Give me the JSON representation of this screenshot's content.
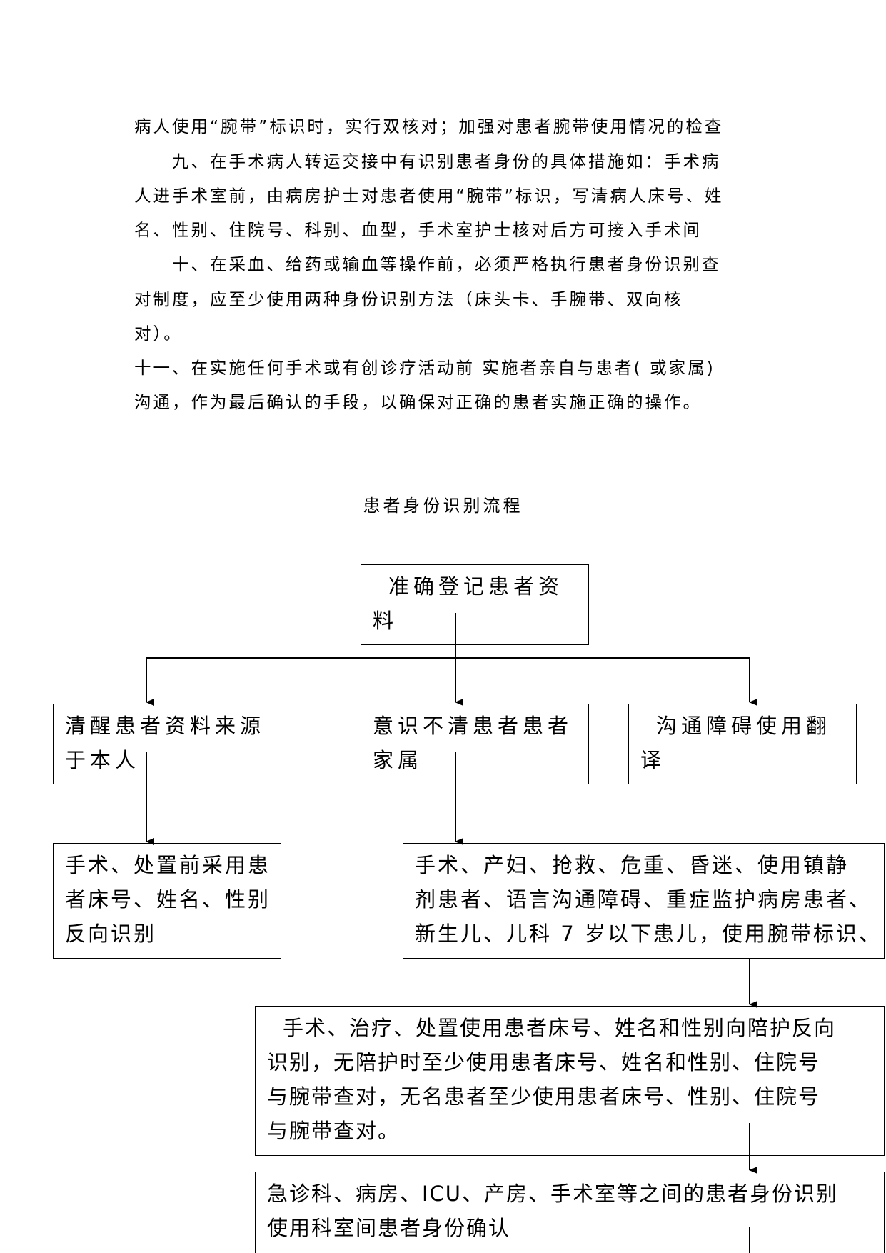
{
  "paragraphs": [
    "病人使用“腕带”标识时，实行双核对；加强对患者腕带使用情况的检查",
    "　　九、在手术病人转运交接中有识别患者身份的具体措施如：手术病",
    "人进手术室前，由病房护士对患者使用“腕带”标识，写清病人床号、姓",
    "名、性别、住院号、科别、血型，手术室护士核对后方可接入手术间",
    "　　十、在采血、给药或输血等操作前，必须严格执行患者身份识别查",
    "对制度，应至少使用两种身份识别方法（床头卡、手腕带、双向核",
    "对）。",
    "十一、在实施任何手术或有创诊疗活动前 实施者亲自与患者( 或家属)",
    "沟通，作为最后确认的手段，以确保对正确的患者实施正确的操作。"
  ],
  "flowchart": {
    "title": "患者身份识别流程",
    "register": [
      "准确登记患者资",
      "料"
    ],
    "conscious": [
      "清醒患者资料来源",
      "于本人"
    ],
    "unconscious": [
      "意识不清患者患者",
      "家属"
    ],
    "barrier": [
      "沟通障碍使用翻",
      "译"
    ],
    "surgery_reverse": [
      "手术、处置前采用患",
      "者床号、姓名、性别",
      "反向识别"
    ],
    "wristband_groups": [
      "手术、产妇、抢救、危重、昏迷、使用镇静",
      "剂患者、语言沟通障碍、重症监护病房患者、",
      "新生儿、儿科 7 岁以下患儿，使用腕带标识、"
    ],
    "treatment_check": [
      "手术、治疗、处置使用患者床号、姓名和性别向陪护反向",
      "识别，无陪护时至少使用患者床号、姓名和性别、住院号",
      "与腕带查对，无名患者至少使用患者床号、性别、住院号",
      "与腕带查对。"
    ],
    "transfer": [
      "急诊科、病房、ICU、产房、手术室等之间的患者身份识别",
      "使用科室间患者身份确认"
    ]
  }
}
